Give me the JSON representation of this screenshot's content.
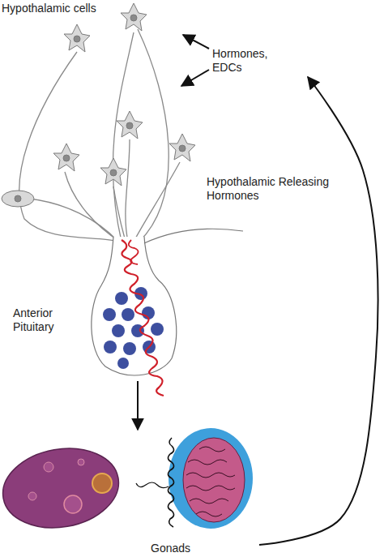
{
  "diagram": {
    "nodes": [
      {
        "text": [
          "Hypothalamic cells"
        ]
      },
      {
        "text": [
          "Anterior Pituitary"
        ]
      },
      {
        "text": [
          "Gonads"
        ]
      }
    ],
    "edges": [
      {
        "from": 1,
        "to": 2,
        "arrow": "to"
      },
      {
        "from": 2,
        "to": 0,
        "arrow": "to"
      }
    ],
    "labels": [
      "Hormones, EDCs",
      "Hypothalamic Releasing Hormones"
    ]
  }
}
